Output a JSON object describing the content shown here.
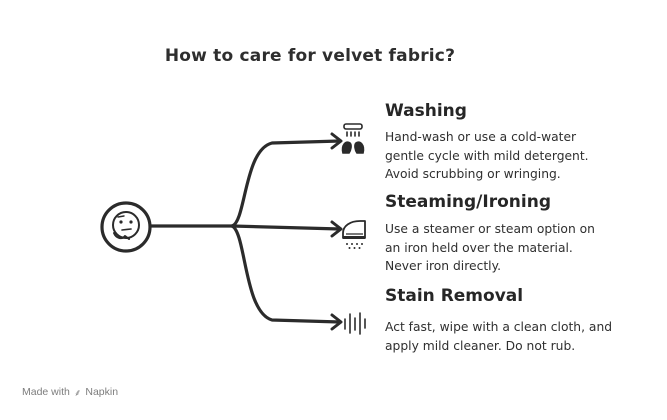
{
  "title": "How to care for velvet fabric?",
  "center_icon": "thinking-face-icon",
  "branches": [
    {
      "title": "Washing",
      "description": "Hand-wash or use a cold-water\ngentle cycle with mild detergent.\nAvoid scrubbing or wringing.",
      "icon": "washing-hands-icon"
    },
    {
      "title": "Steaming/Ironing",
      "description": "Use a steamer or steam option on\nan iron held over the material.\nNever iron directly.",
      "icon": "steam-iron-icon"
    },
    {
      "title": "Stain Removal",
      "description": "Act fast, wipe with a clean cloth, and\napply mild cleaner. Do not rub.",
      "icon": "sparkle-wipe-icon"
    }
  ],
  "footer": {
    "prefix": "Made with",
    "brand": "Napkin",
    "icon": "napkin-logo-icon"
  },
  "colors": {
    "ink": "#2b2b2b",
    "muted": "#7d7d7d",
    "background": "#ffffff"
  }
}
